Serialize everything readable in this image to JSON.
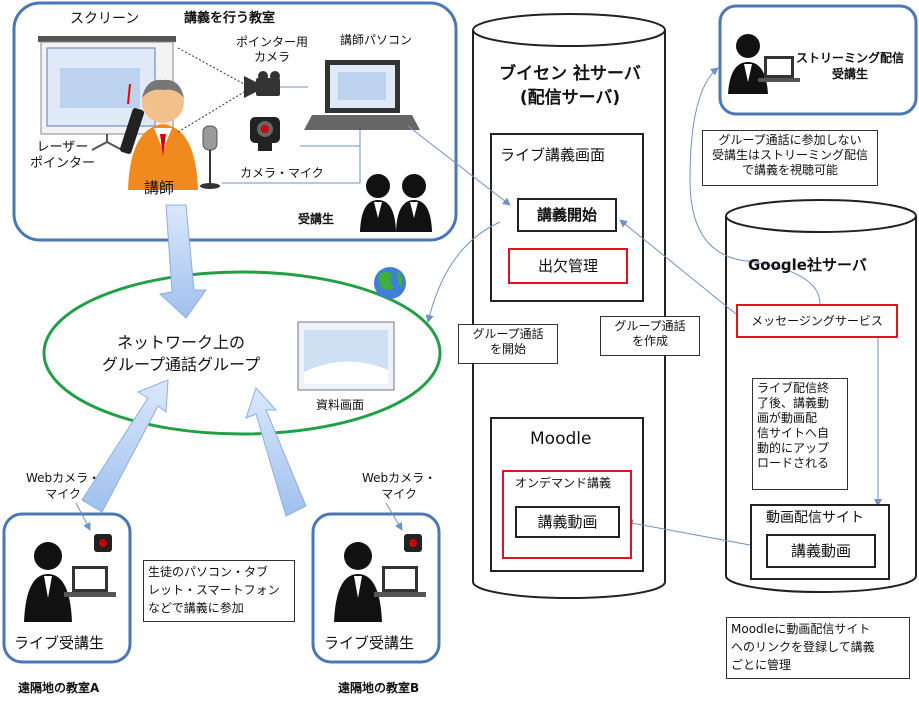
{
  "classroom": {
    "screen": "スクリーン",
    "title": "講義を行う教室",
    "pointer_camera": "ポインター用\nカメラ",
    "teacher_pc": "講師パソコン",
    "laser_pointer": "レーザー\nポインター",
    "teacher": "講師",
    "camera_mic": "カメラ・マイク",
    "students": "受講生"
  },
  "network": {
    "label": "ネットワーク上の\nグループ通話グループ",
    "material": "資料画面"
  },
  "remote_a": {
    "device": "Webカメラ・\nマイク",
    "student": "ライブ受講生",
    "place": "遠隔地の教室A"
  },
  "remote_b": {
    "device": "Webカメラ・\nマイク",
    "student": "ライブ受講生",
    "place": "遠隔地の教室B"
  },
  "device_note": "生徒のパソコン・タブ\nレット・スマートフォン\nなどで講義に参加",
  "vsen": {
    "title": "ブイセン 社サーバ\n(配信サーバ)",
    "live_screen": "ライブ講義画面",
    "start": "講義開始",
    "attendance": "出欠管理",
    "moodle": "Moodle",
    "ondemand": "オンデマンド講義",
    "lecture_video": "講義動画"
  },
  "notes": {
    "start_call": "グループ通話\nを開始",
    "create_call": "グループ通話\nを作成",
    "streaming_only": "グループ通話に参加しない\n受講生はストリーミング配信\nで講義を視聴可能",
    "auto_upload": "ライブ配信終\n了後、講義動\n画が動画配\n信サイトへ自\n動的にアップ\nロードされる",
    "moodle_register": "Moodleに動画配信サイト\nへのリンクを登録して講義\nごとに管理"
  },
  "streaming": {
    "label": "ストリーミング配信\n受講生"
  },
  "google": {
    "title": "Google社サーバ",
    "messaging": "メッセージングサービス",
    "video_site": "動画配信サイト",
    "lecture_video": "講義動画"
  },
  "colors": {
    "frame": "#4a78b5",
    "red": "#e0141e",
    "green": "#22a046",
    "arrow": "#a9c6ee"
  }
}
